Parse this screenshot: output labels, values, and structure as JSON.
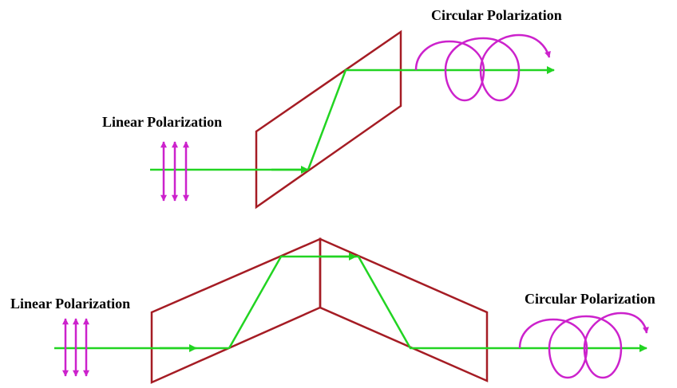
{
  "labels": {
    "top_output": "Circular Polarization",
    "top_input": "Linear Polarization",
    "bottom_input": "Linear Polarization",
    "bottom_output": "Circular Polarization"
  },
  "colors": {
    "prism": "#a51c24",
    "beam": "#22d422",
    "polarization": "#cc22cc",
    "text": "#000000"
  }
}
